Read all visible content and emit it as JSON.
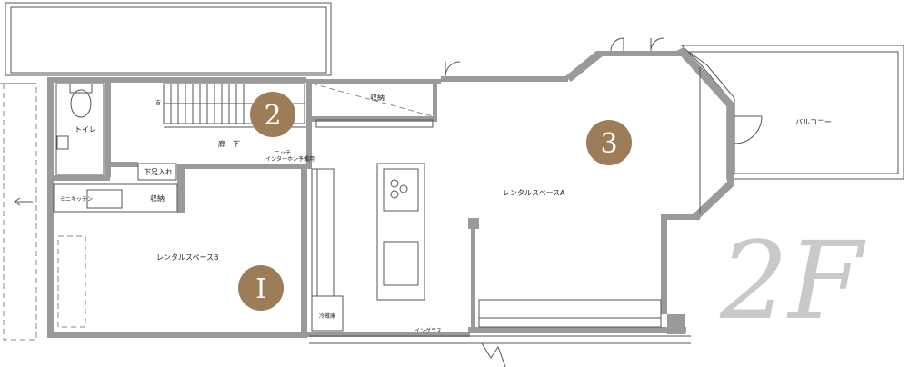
{
  "floor_label": "2F",
  "colors": {
    "badge": "#9c7d58",
    "wall": "#9a9a9a",
    "floor_label": "#c9c9c9"
  },
  "badges": {
    "one": "I",
    "two": "2",
    "three": "3"
  },
  "rooms": {
    "toilet": "トイレ",
    "corridor": "廊　下",
    "shoe_storage": "下足入れ",
    "mini_kitchen": "ミニキッチン",
    "storage_left": "収納",
    "storage_top": "収納",
    "space_b": "レンタルスペースB",
    "space_a": "レンタルスペースA",
    "balcony": "バルコニー",
    "fridge": "冷蔵庫",
    "intercom_1": "ニッチ",
    "intercom_2": "インターホン予備用",
    "stairs_mark": "吉",
    "inglass": "イングラス"
  }
}
